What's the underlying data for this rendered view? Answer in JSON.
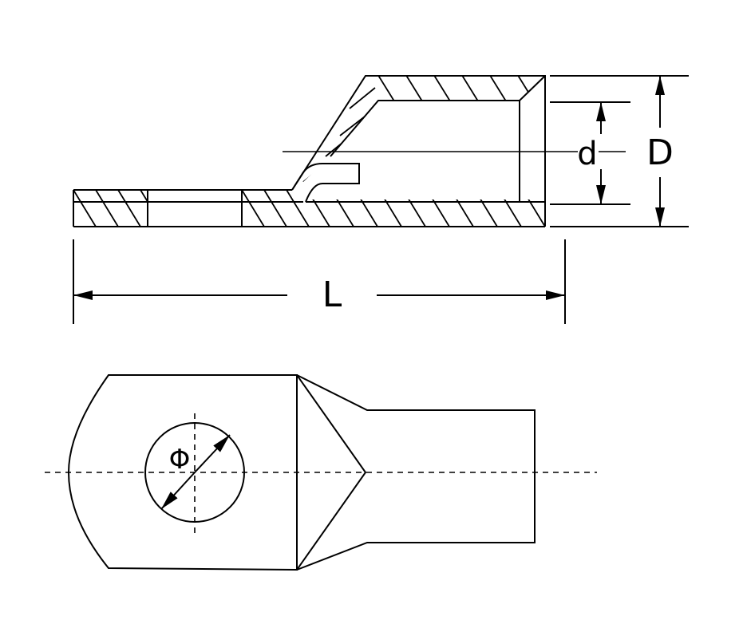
{
  "labels": {
    "small_diameter": "d",
    "large_diameter": "D",
    "length": "L",
    "hole": "Φ"
  },
  "colors": {
    "stroke": "#000000",
    "background": "#ffffff"
  }
}
